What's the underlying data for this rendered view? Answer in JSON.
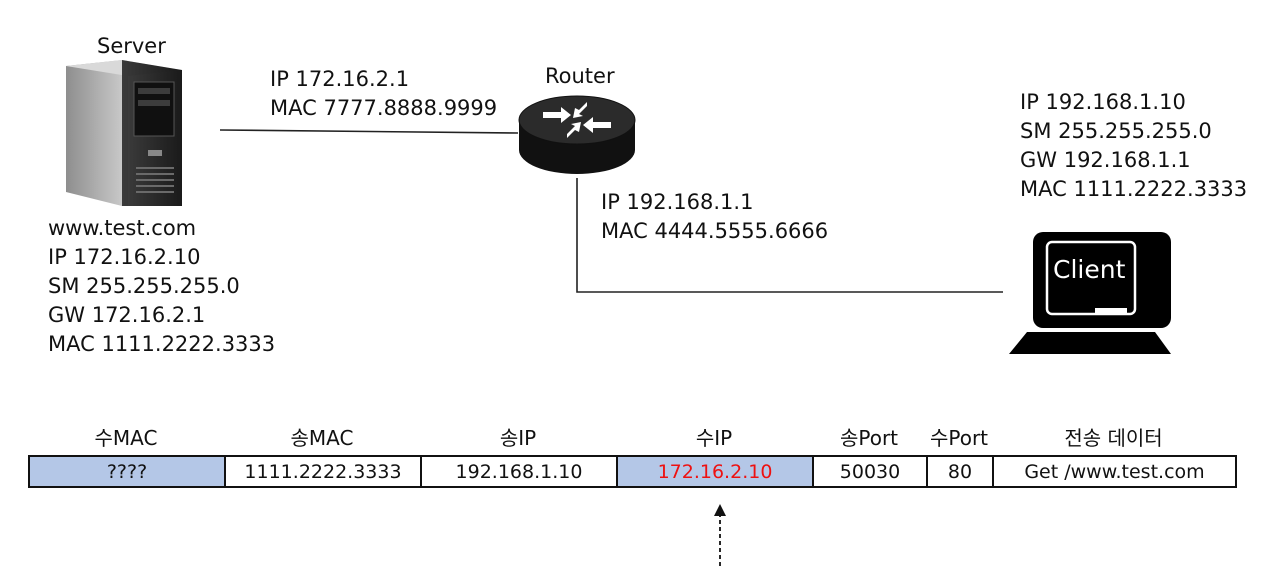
{
  "server": {
    "title": "Server",
    "info": [
      "www.test.com",
      "IP 172.16.2.10",
      "SM 255.255.255.0",
      "GW 172.16.2.1",
      "MAC 1111.2222.3333"
    ]
  },
  "router": {
    "title": "Router",
    "server_side": [
      "IP 172.16.2.1",
      "MAC 7777.8888.9999"
    ],
    "client_side": [
      "IP 192.168.1.1",
      "MAC 4444.5555.6666"
    ]
  },
  "client": {
    "screen_label": "Client",
    "info": [
      "IP 192.168.1.10",
      "SM 255.255.255.0",
      "GW 192.168.1.1",
      "MAC 1111.2222.3333"
    ]
  },
  "packet": {
    "headers": [
      "수MAC",
      "송MAC",
      "송IP",
      "수IP",
      "송Port",
      "수Port",
      "전송 데이터"
    ],
    "values": [
      "????",
      "1111.2222.3333",
      "192.168.1.10",
      "172.16.2.10",
      "50030",
      "80",
      "Get /www.test.com"
    ],
    "highlight_color": "#b4c7e7",
    "emphasis_color": "#ee1111"
  }
}
